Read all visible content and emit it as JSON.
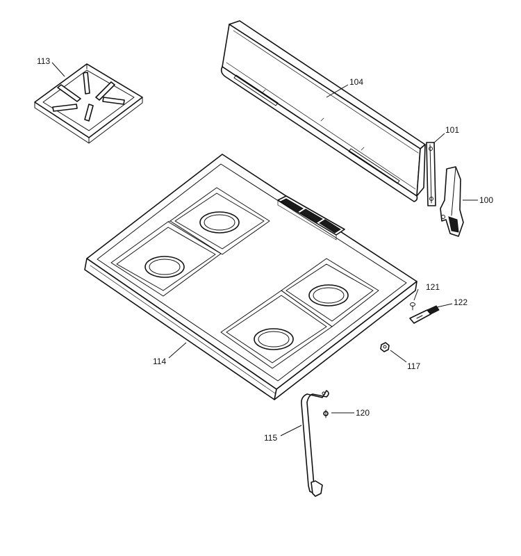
{
  "callouts": {
    "c100": "100",
    "c101": "101",
    "c104": "104",
    "c113": "113",
    "c114": "114",
    "c115": "115",
    "c117": "117",
    "c120": "120",
    "c121": "121",
    "c122": "122"
  },
  "colors": {
    "line": "#111111",
    "background": "#ffffff"
  }
}
